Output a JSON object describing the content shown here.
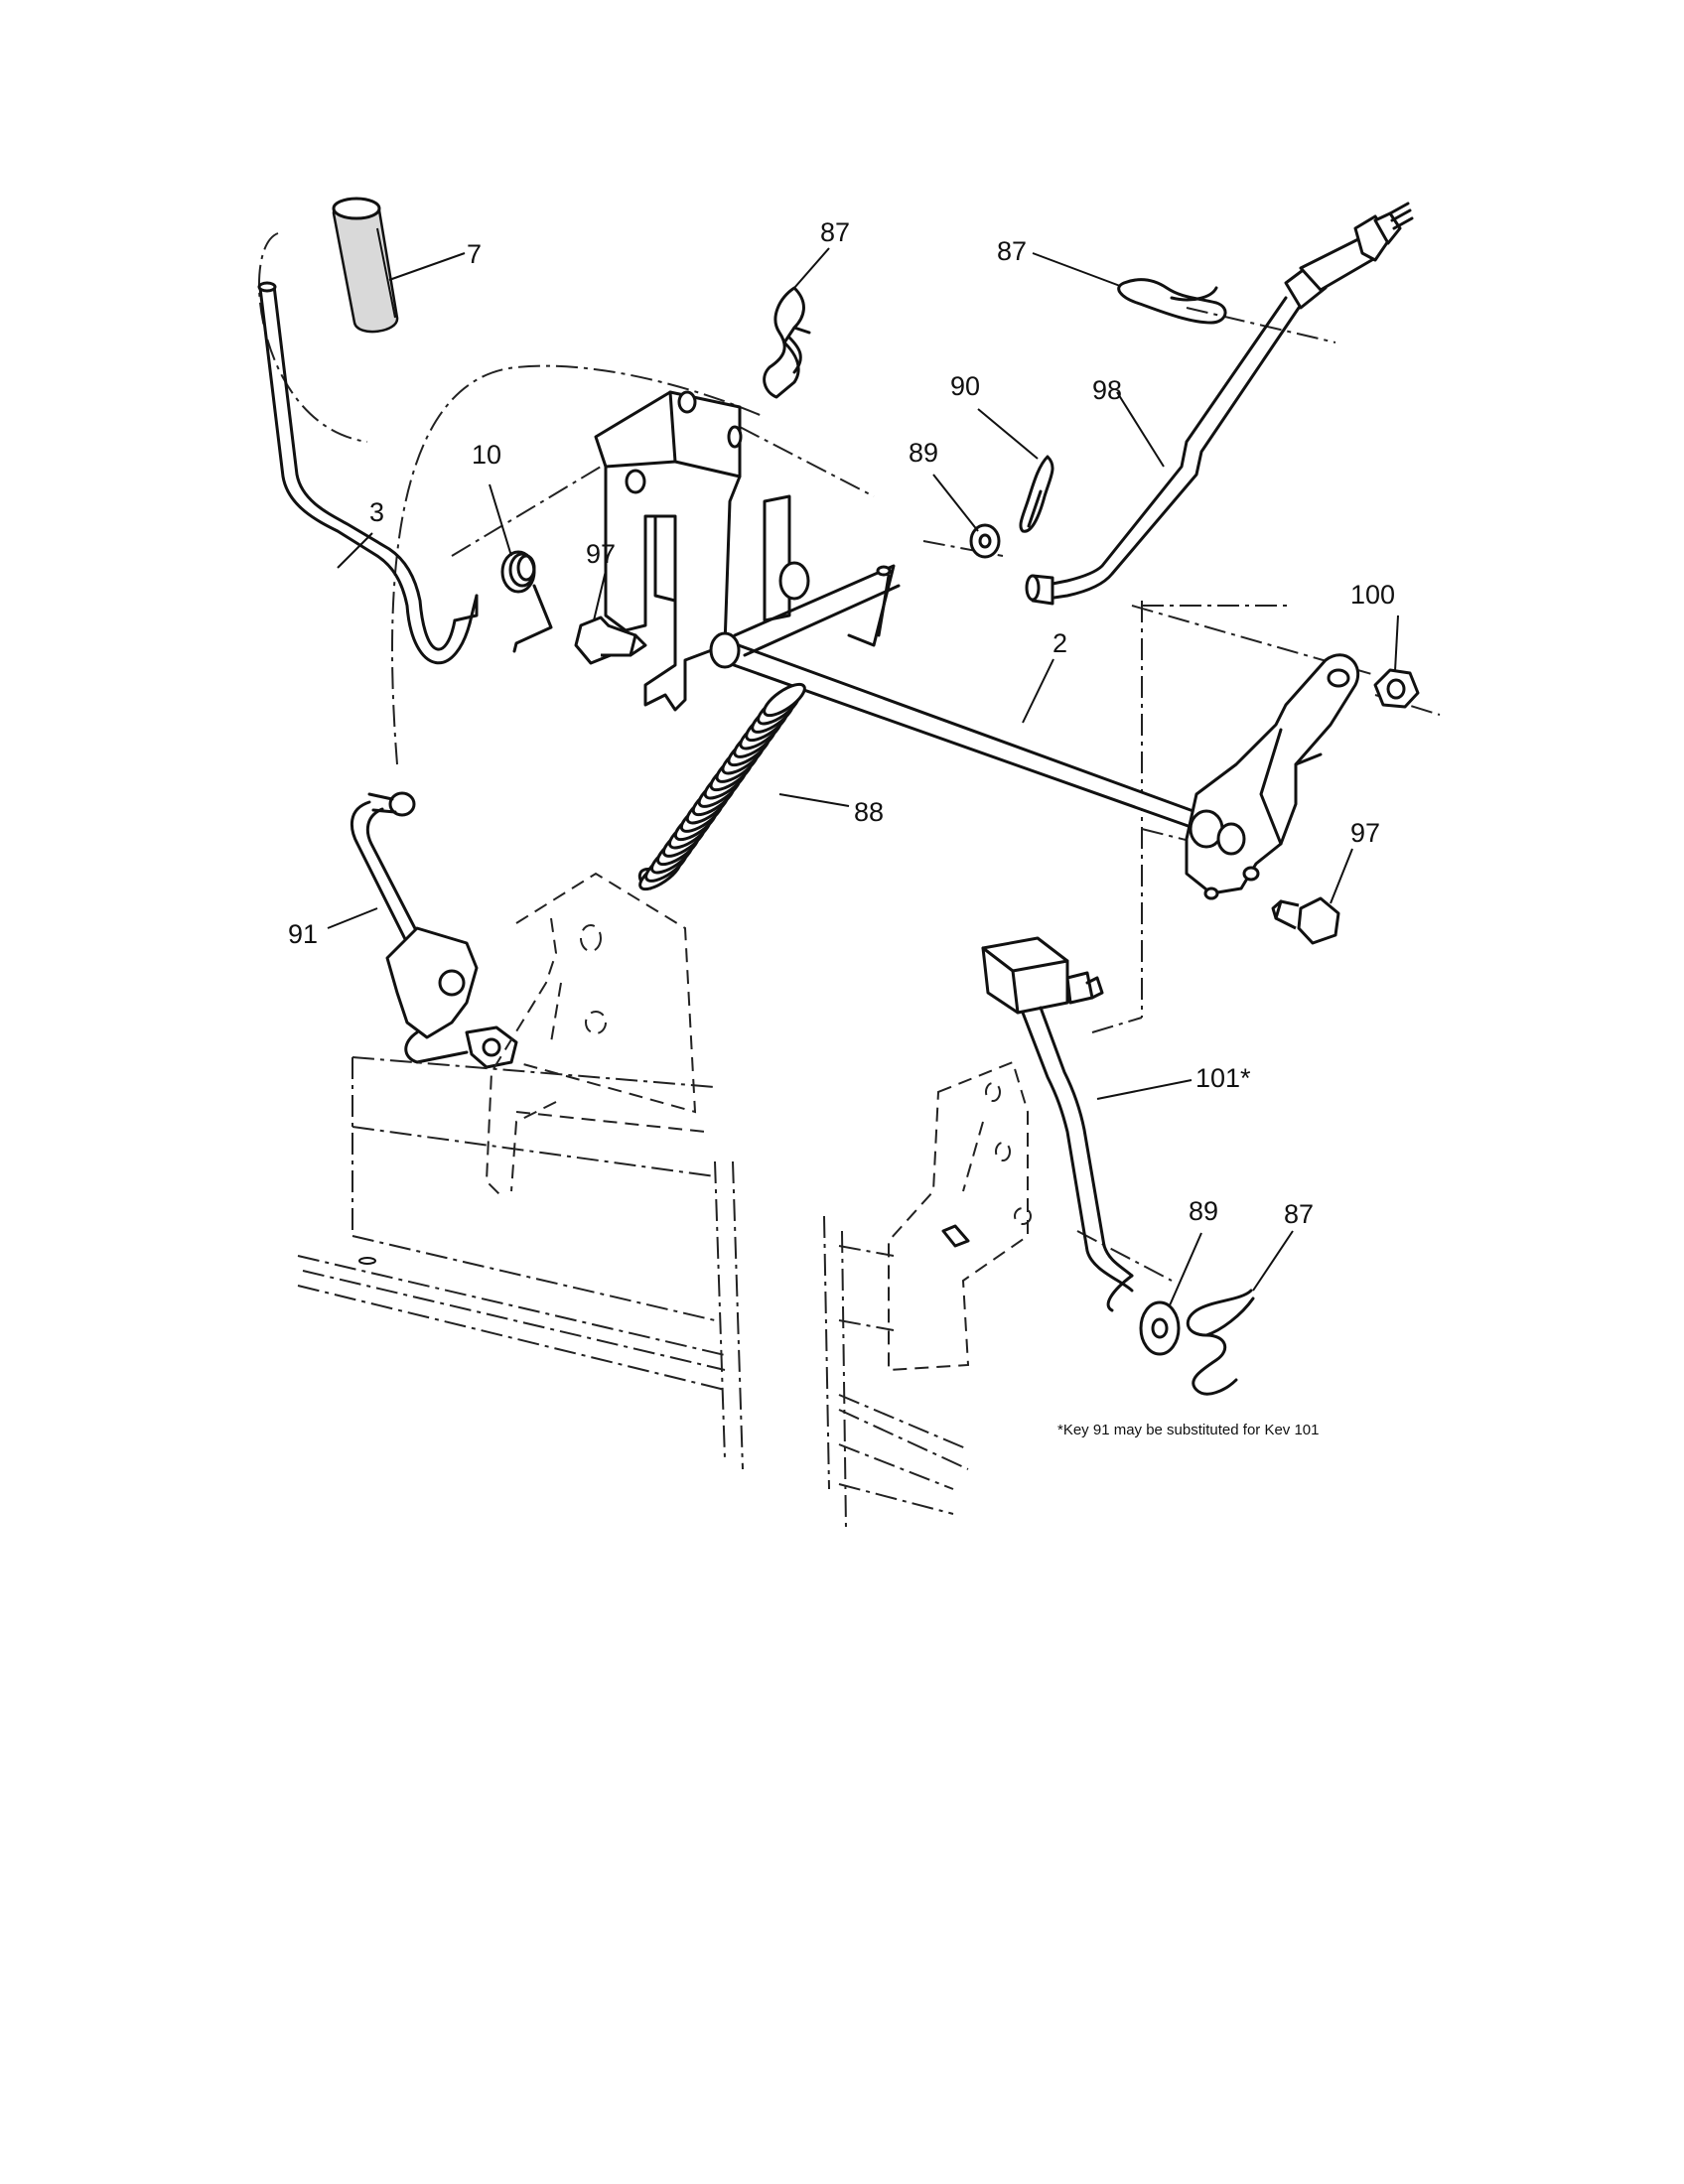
{
  "callouts": [
    {
      "id": "c-7",
      "label": "7"
    },
    {
      "id": "c-87a",
      "label": "87"
    },
    {
      "id": "c-87b",
      "label": "87"
    },
    {
      "id": "c-87c",
      "label": "87"
    },
    {
      "id": "c-90",
      "label": "90"
    },
    {
      "id": "c-98",
      "label": "98"
    },
    {
      "id": "c-89a",
      "label": "89"
    },
    {
      "id": "c-89b",
      "label": "89"
    },
    {
      "id": "c-10",
      "label": "10"
    },
    {
      "id": "c-97a",
      "label": "97"
    },
    {
      "id": "c-97b",
      "label": "97"
    },
    {
      "id": "c-3",
      "label": "3"
    },
    {
      "id": "c-2",
      "label": "2"
    },
    {
      "id": "c-100",
      "label": "100"
    },
    {
      "id": "c-88",
      "label": "88"
    },
    {
      "id": "c-91",
      "label": "91"
    },
    {
      "id": "c-101",
      "label": "101*"
    }
  ],
  "footnote": "*Key 91 may be substituted for Kev 101",
  "colors": {
    "ink": "#111111",
    "background": "#ffffff"
  }
}
